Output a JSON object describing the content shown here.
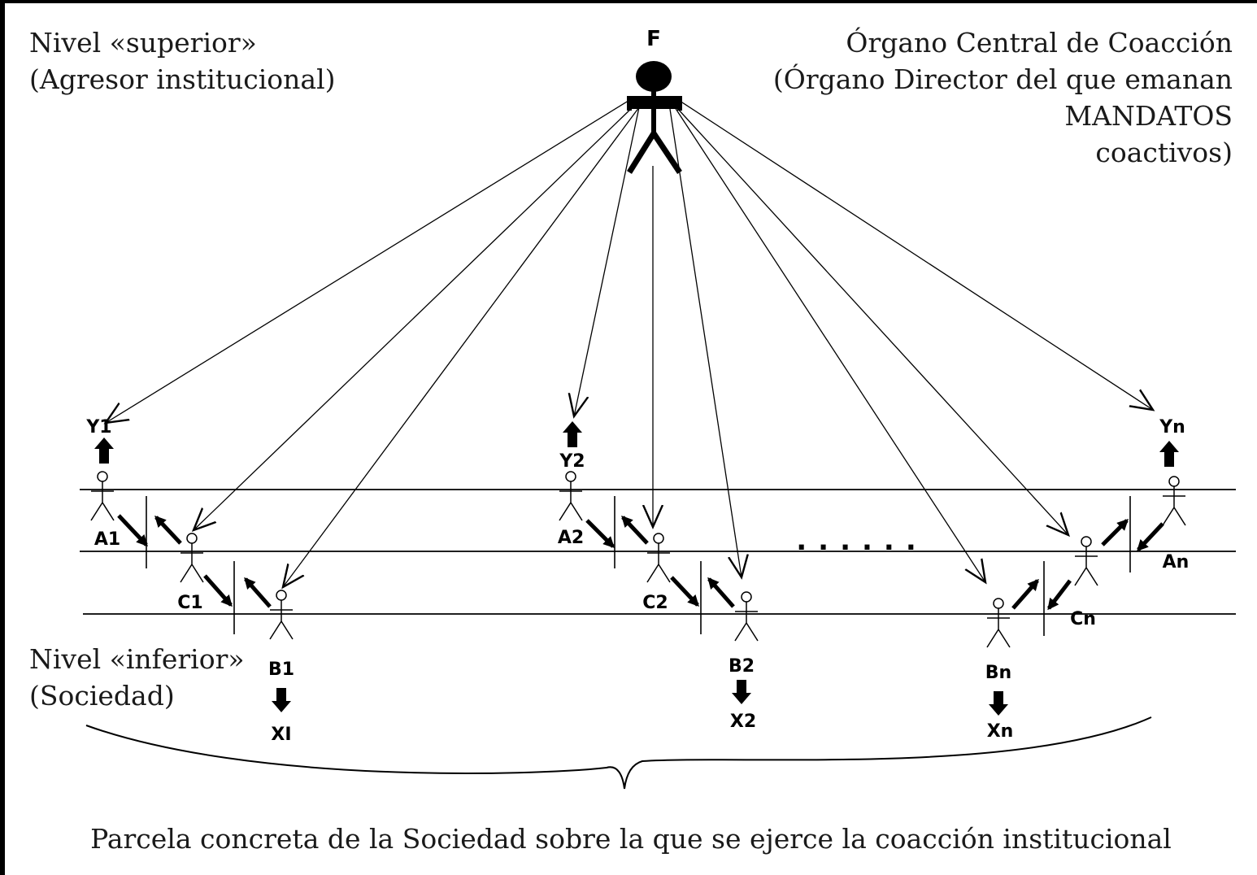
{
  "top_left": {
    "line1": "Nivel «superior»",
    "line2": "(Agresor institucional)"
  },
  "top_right": {
    "line1": "Órgano Central de Coacción",
    "line2": "(Órgano Director del que emanan",
    "line3": "MANDATOS",
    "line4": "coactivos)"
  },
  "bottom_left": {
    "line1": "Nivel «inferior»",
    "line2": "(Sociedad)"
  },
  "caption": "Parcela concreta de la Sociedad sobre la que se ejerce la coacción institucional",
  "figure_labels": {
    "f": "F",
    "y1": "Y1",
    "y2": "Y2",
    "yn": "Yn",
    "a1": "A1",
    "a2": "A2",
    "an": "An",
    "c1": "C1",
    "c2": "C2",
    "cn": "Cn",
    "b1": "B1",
    "b2": "B2",
    "bn": "Bn",
    "x1": "XI",
    "x2": "X2",
    "xn": "Xn",
    "dots": "......"
  }
}
